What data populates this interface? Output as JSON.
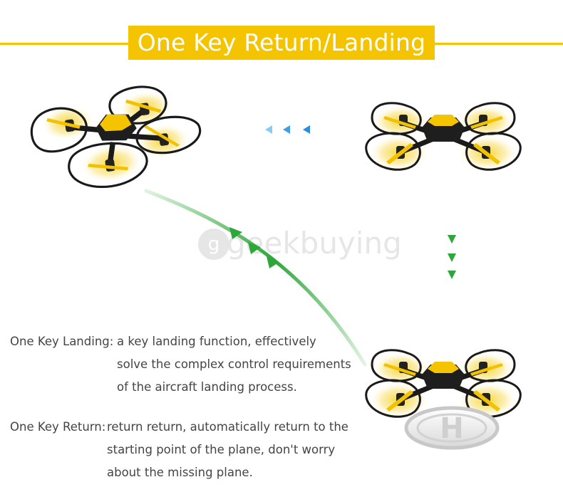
{
  "title": "One Key Return/Landing",
  "watermark": "geekbuying",
  "landing_pad_letter": "H",
  "landing": {
    "label": "One Key Landing:",
    "lines": [
      "a key landing function, effectively",
      "solve the complex control requirements",
      "of the aircraft landing process."
    ]
  },
  "return": {
    "label": "One Key Return:",
    "lines": [
      "return return, automatically return to the",
      "starting point of the plane, don't worry",
      "about the missing plane."
    ]
  },
  "colors": {
    "accent": "#f5c400",
    "blue_arrow": "#2a8fd8",
    "green_arrow": "#2ea63a",
    "text": "#444444"
  }
}
